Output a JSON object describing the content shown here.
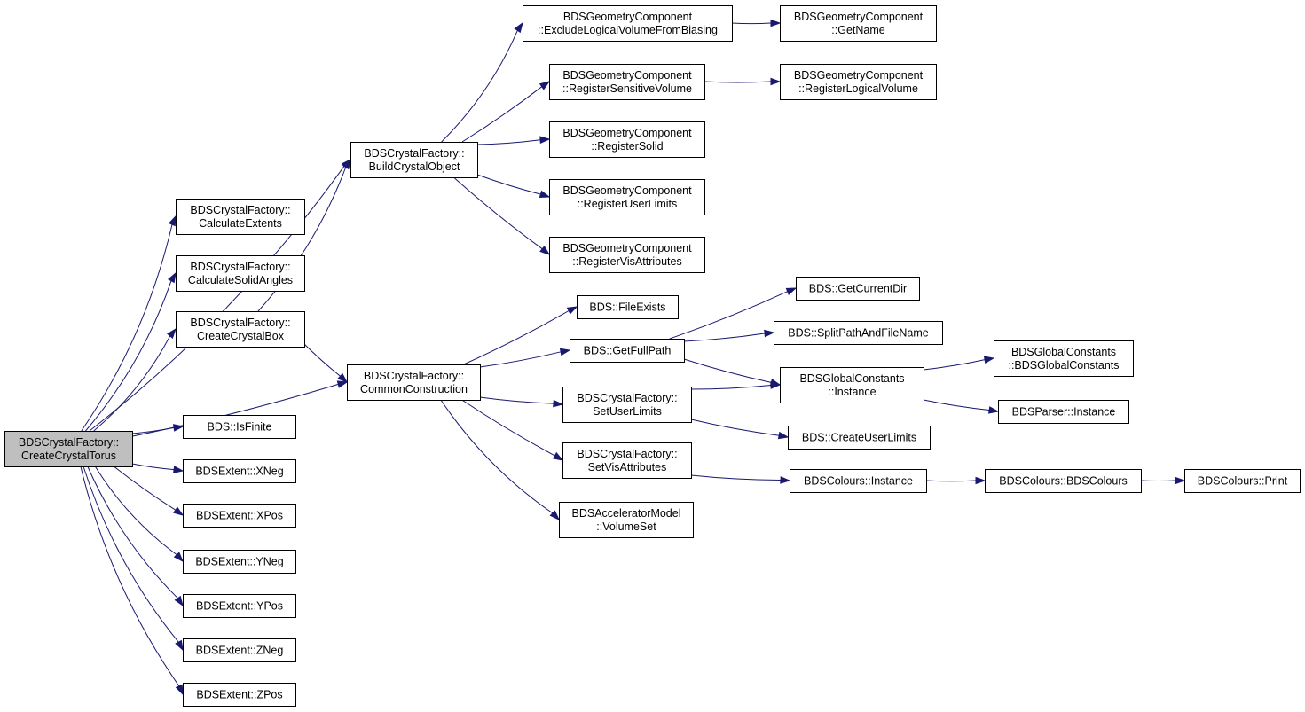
{
  "colors": {
    "edge": "#191970",
    "node_fill": "#ffffff",
    "root_fill": "#bfbfbf",
    "node_border": "#000000"
  },
  "nodes": [
    {
      "id": "create_torus",
      "lines": [
        "BDSCrystalFactory::",
        "CreateCrystalTorus"
      ],
      "root": true
    },
    {
      "id": "build_object",
      "lines": [
        "BDSCrystalFactory::",
        "BuildCrystalObject"
      ]
    },
    {
      "id": "calc_extents",
      "lines": [
        "BDSCrystalFactory::",
        "CalculateExtents"
      ]
    },
    {
      "id": "calc_solid_angles",
      "lines": [
        "BDSCrystalFactory::",
        "CalculateSolidAngles"
      ]
    },
    {
      "id": "create_box",
      "lines": [
        "BDSCrystalFactory::",
        "CreateCrystalBox"
      ]
    },
    {
      "id": "common_construction",
      "lines": [
        "BDSCrystalFactory::",
        "CommonConstruction"
      ]
    },
    {
      "id": "is_finite",
      "lines": [
        "BDS::IsFinite"
      ]
    },
    {
      "id": "xneg",
      "lines": [
        "BDSExtent::XNeg"
      ]
    },
    {
      "id": "xpos",
      "lines": [
        "BDSExtent::XPos"
      ]
    },
    {
      "id": "yneg",
      "lines": [
        "BDSExtent::YNeg"
      ]
    },
    {
      "id": "ypos",
      "lines": [
        "BDSExtent::YPos"
      ]
    },
    {
      "id": "zneg",
      "lines": [
        "BDSExtent::ZNeg"
      ]
    },
    {
      "id": "zpos",
      "lines": [
        "BDSExtent::ZPos"
      ]
    },
    {
      "id": "exclude_lv",
      "lines": [
        "BDSGeometryComponent",
        "::ExcludeLogicalVolumeFromBiasing"
      ]
    },
    {
      "id": "get_name",
      "lines": [
        "BDSGeometryComponent",
        "::GetName"
      ]
    },
    {
      "id": "reg_sensitive",
      "lines": [
        "BDSGeometryComponent",
        "::RegisterSensitiveVolume"
      ]
    },
    {
      "id": "reg_logical",
      "lines": [
        "BDSGeometryComponent",
        "::RegisterLogicalVolume"
      ]
    },
    {
      "id": "reg_solid",
      "lines": [
        "BDSGeometryComponent",
        "::RegisterSolid"
      ]
    },
    {
      "id": "reg_user_limits",
      "lines": [
        "BDSGeometryComponent",
        "::RegisterUserLimits"
      ]
    },
    {
      "id": "reg_vis",
      "lines": [
        "BDSGeometryComponent",
        "::RegisterVisAttributes"
      ]
    },
    {
      "id": "file_exists",
      "lines": [
        "BDS::FileExists"
      ]
    },
    {
      "id": "get_full_path",
      "lines": [
        "BDS::GetFullPath"
      ]
    },
    {
      "id": "set_user_limits",
      "lines": [
        "BDSCrystalFactory::",
        "SetUserLimits"
      ]
    },
    {
      "id": "set_vis",
      "lines": [
        "BDSCrystalFactory::",
        "SetVisAttributes"
      ]
    },
    {
      "id": "volume_set",
      "lines": [
        "BDSAcceleratorModel",
        "::VolumeSet"
      ]
    },
    {
      "id": "get_current_dir",
      "lines": [
        "BDS::GetCurrentDir"
      ]
    },
    {
      "id": "split_path",
      "lines": [
        "BDS::SplitPathAndFileName"
      ]
    },
    {
      "id": "global_instance",
      "lines": [
        "BDSGlobalConstants",
        "::Instance"
      ]
    },
    {
      "id": "create_user_limits",
      "lines": [
        "BDS::CreateUserLimits"
      ]
    },
    {
      "id": "global_ctor",
      "lines": [
        "BDSGlobalConstants",
        "::BDSGlobalConstants"
      ]
    },
    {
      "id": "parser_instance",
      "lines": [
        "BDSParser::Instance"
      ]
    },
    {
      "id": "colours_instance",
      "lines": [
        "BDSColours::Instance"
      ]
    },
    {
      "id": "colours_ctor",
      "lines": [
        "BDSColours::BDSColours"
      ]
    },
    {
      "id": "colours_print",
      "lines": [
        "BDSColours::Print"
      ]
    }
  ],
  "edges": [
    [
      "create_torus",
      "build_object"
    ],
    [
      "create_torus",
      "calc_extents"
    ],
    [
      "create_torus",
      "calc_solid_angles"
    ],
    [
      "create_torus",
      "create_box"
    ],
    [
      "create_torus",
      "common_construction"
    ],
    [
      "create_torus",
      "is_finite"
    ],
    [
      "create_torus",
      "xneg"
    ],
    [
      "create_torus",
      "xpos"
    ],
    [
      "create_torus",
      "yneg"
    ],
    [
      "create_torus",
      "ypos"
    ],
    [
      "create_torus",
      "zneg"
    ],
    [
      "create_torus",
      "zpos"
    ],
    [
      "build_object",
      "exclude_lv"
    ],
    [
      "build_object",
      "reg_sensitive"
    ],
    [
      "build_object",
      "reg_solid"
    ],
    [
      "build_object",
      "reg_user_limits"
    ],
    [
      "build_object",
      "reg_vis"
    ],
    [
      "exclude_lv",
      "get_name"
    ],
    [
      "reg_sensitive",
      "reg_logical"
    ],
    [
      "create_box",
      "build_object"
    ],
    [
      "create_box",
      "common_construction"
    ],
    [
      "common_construction",
      "file_exists"
    ],
    [
      "common_construction",
      "get_full_path"
    ],
    [
      "common_construction",
      "set_user_limits"
    ],
    [
      "common_construction",
      "set_vis"
    ],
    [
      "common_construction",
      "volume_set"
    ],
    [
      "get_full_path",
      "get_current_dir"
    ],
    [
      "get_full_path",
      "split_path"
    ],
    [
      "get_full_path",
      "global_instance"
    ],
    [
      "set_user_limits",
      "global_instance"
    ],
    [
      "set_user_limits",
      "create_user_limits"
    ],
    [
      "global_instance",
      "global_ctor"
    ],
    [
      "global_instance",
      "parser_instance"
    ],
    [
      "set_vis",
      "colours_instance"
    ],
    [
      "colours_instance",
      "colours_ctor"
    ],
    [
      "colours_ctor",
      "colours_print"
    ]
  ]
}
